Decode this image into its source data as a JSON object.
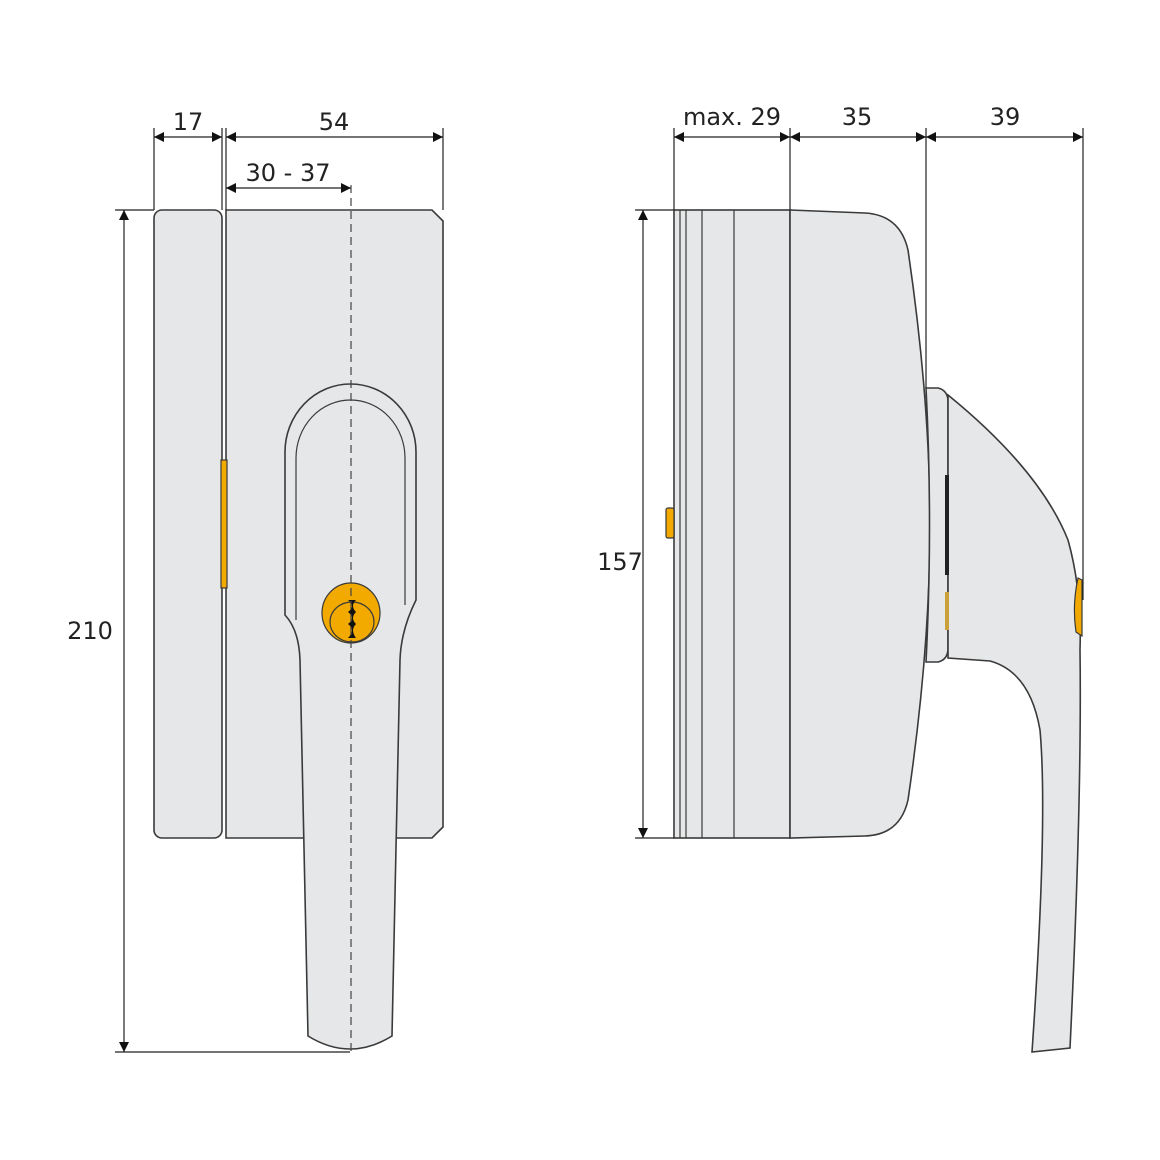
{
  "colors": {
    "body": "#e6e7e8",
    "outline": "#3a3a3a",
    "cylinder": "#f2a900"
  },
  "front_view": {
    "dim_plate_width": "17",
    "dim_body_width": "54",
    "dim_axis_offset": "30 - 37",
    "dim_total_height": "210"
  },
  "side_view": {
    "dim_plate_depth": "max. 29",
    "dim_body_depth": "35",
    "dim_handle_depth": "39",
    "dim_body_height": "157"
  }
}
